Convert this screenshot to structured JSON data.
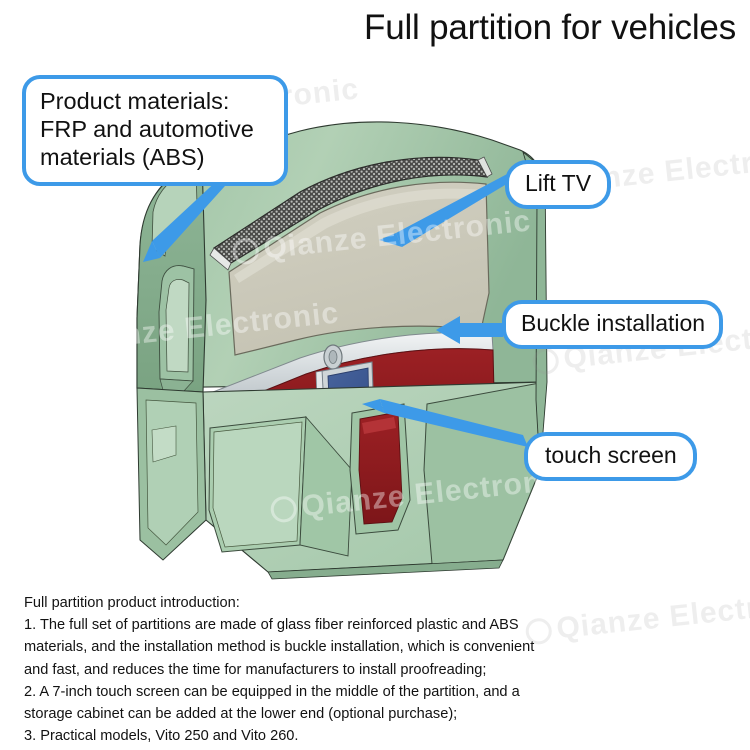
{
  "title": "Full partition for vehicles",
  "callouts": {
    "materials": "Product materials:\nFRP and automotive\nmaterials (ABS)",
    "lift_tv": "Lift TV",
    "buckle": "Buckle installation",
    "touch_screen": "touch screen"
  },
  "description": {
    "heading": "Full partition product introduction:",
    "line1": "1. The full set of partitions are made of glass fiber reinforced plastic and ABS",
    "line2": "materials, and the installation method is buckle installation, which is convenient",
    "line3": "and fast, and reduces the time for manufacturers to install proofreading;",
    "line4": "2. A 7-inch touch screen can be equipped in the middle of the partition, and a",
    "line5": "storage cabinet can be added at the lower end (optional purchase);",
    "line6": "3. Practical models, Vito 250 and Vito 260."
  },
  "watermark": {
    "text": "Qianze Electronic"
  },
  "colors": {
    "accent_blue": "#3d9ae8",
    "body_green": "#a8c9ad",
    "body_green_dark": "#7ba683",
    "screen_beige": "#cfcdbd",
    "mesh_dark": "#4a4a48",
    "band_red": "#8f1d20",
    "touch_blue": "#3d5c96",
    "silver": "#d8dde0",
    "text_black": "#111111",
    "background": "#ffffff"
  },
  "product": {
    "name": "Vehicle full partition",
    "parts": [
      {
        "id": "frame",
        "label": "FRP/ABS partition frame"
      },
      {
        "id": "mesh",
        "label": "Ventilation mesh strip"
      },
      {
        "id": "tv-panel",
        "label": "Lift TV panel"
      },
      {
        "id": "buckle-band",
        "label": "Buckle installation band"
      },
      {
        "id": "touch-panel",
        "label": "7-inch touch screen"
      },
      {
        "id": "cabinet",
        "label": "Storage cabinet"
      }
    ]
  }
}
